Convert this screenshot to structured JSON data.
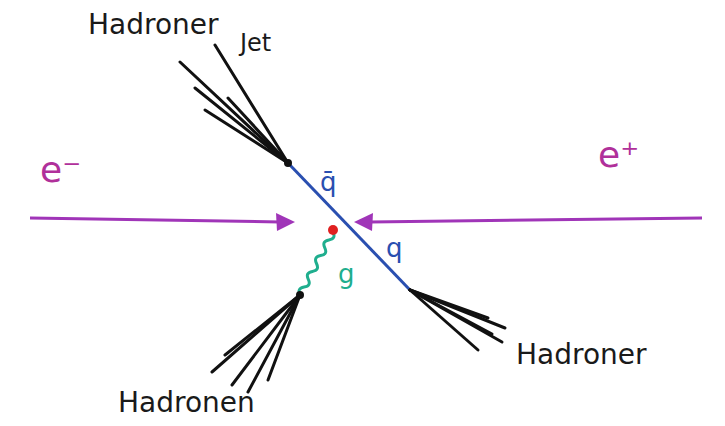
{
  "diagram": {
    "labels": [
      "Hadroner",
      "Jet",
      "q̄",
      "e⁻",
      "e⁺",
      "q",
      "g",
      "Hadroner",
      "Hadronen"
    ]
  }
}
